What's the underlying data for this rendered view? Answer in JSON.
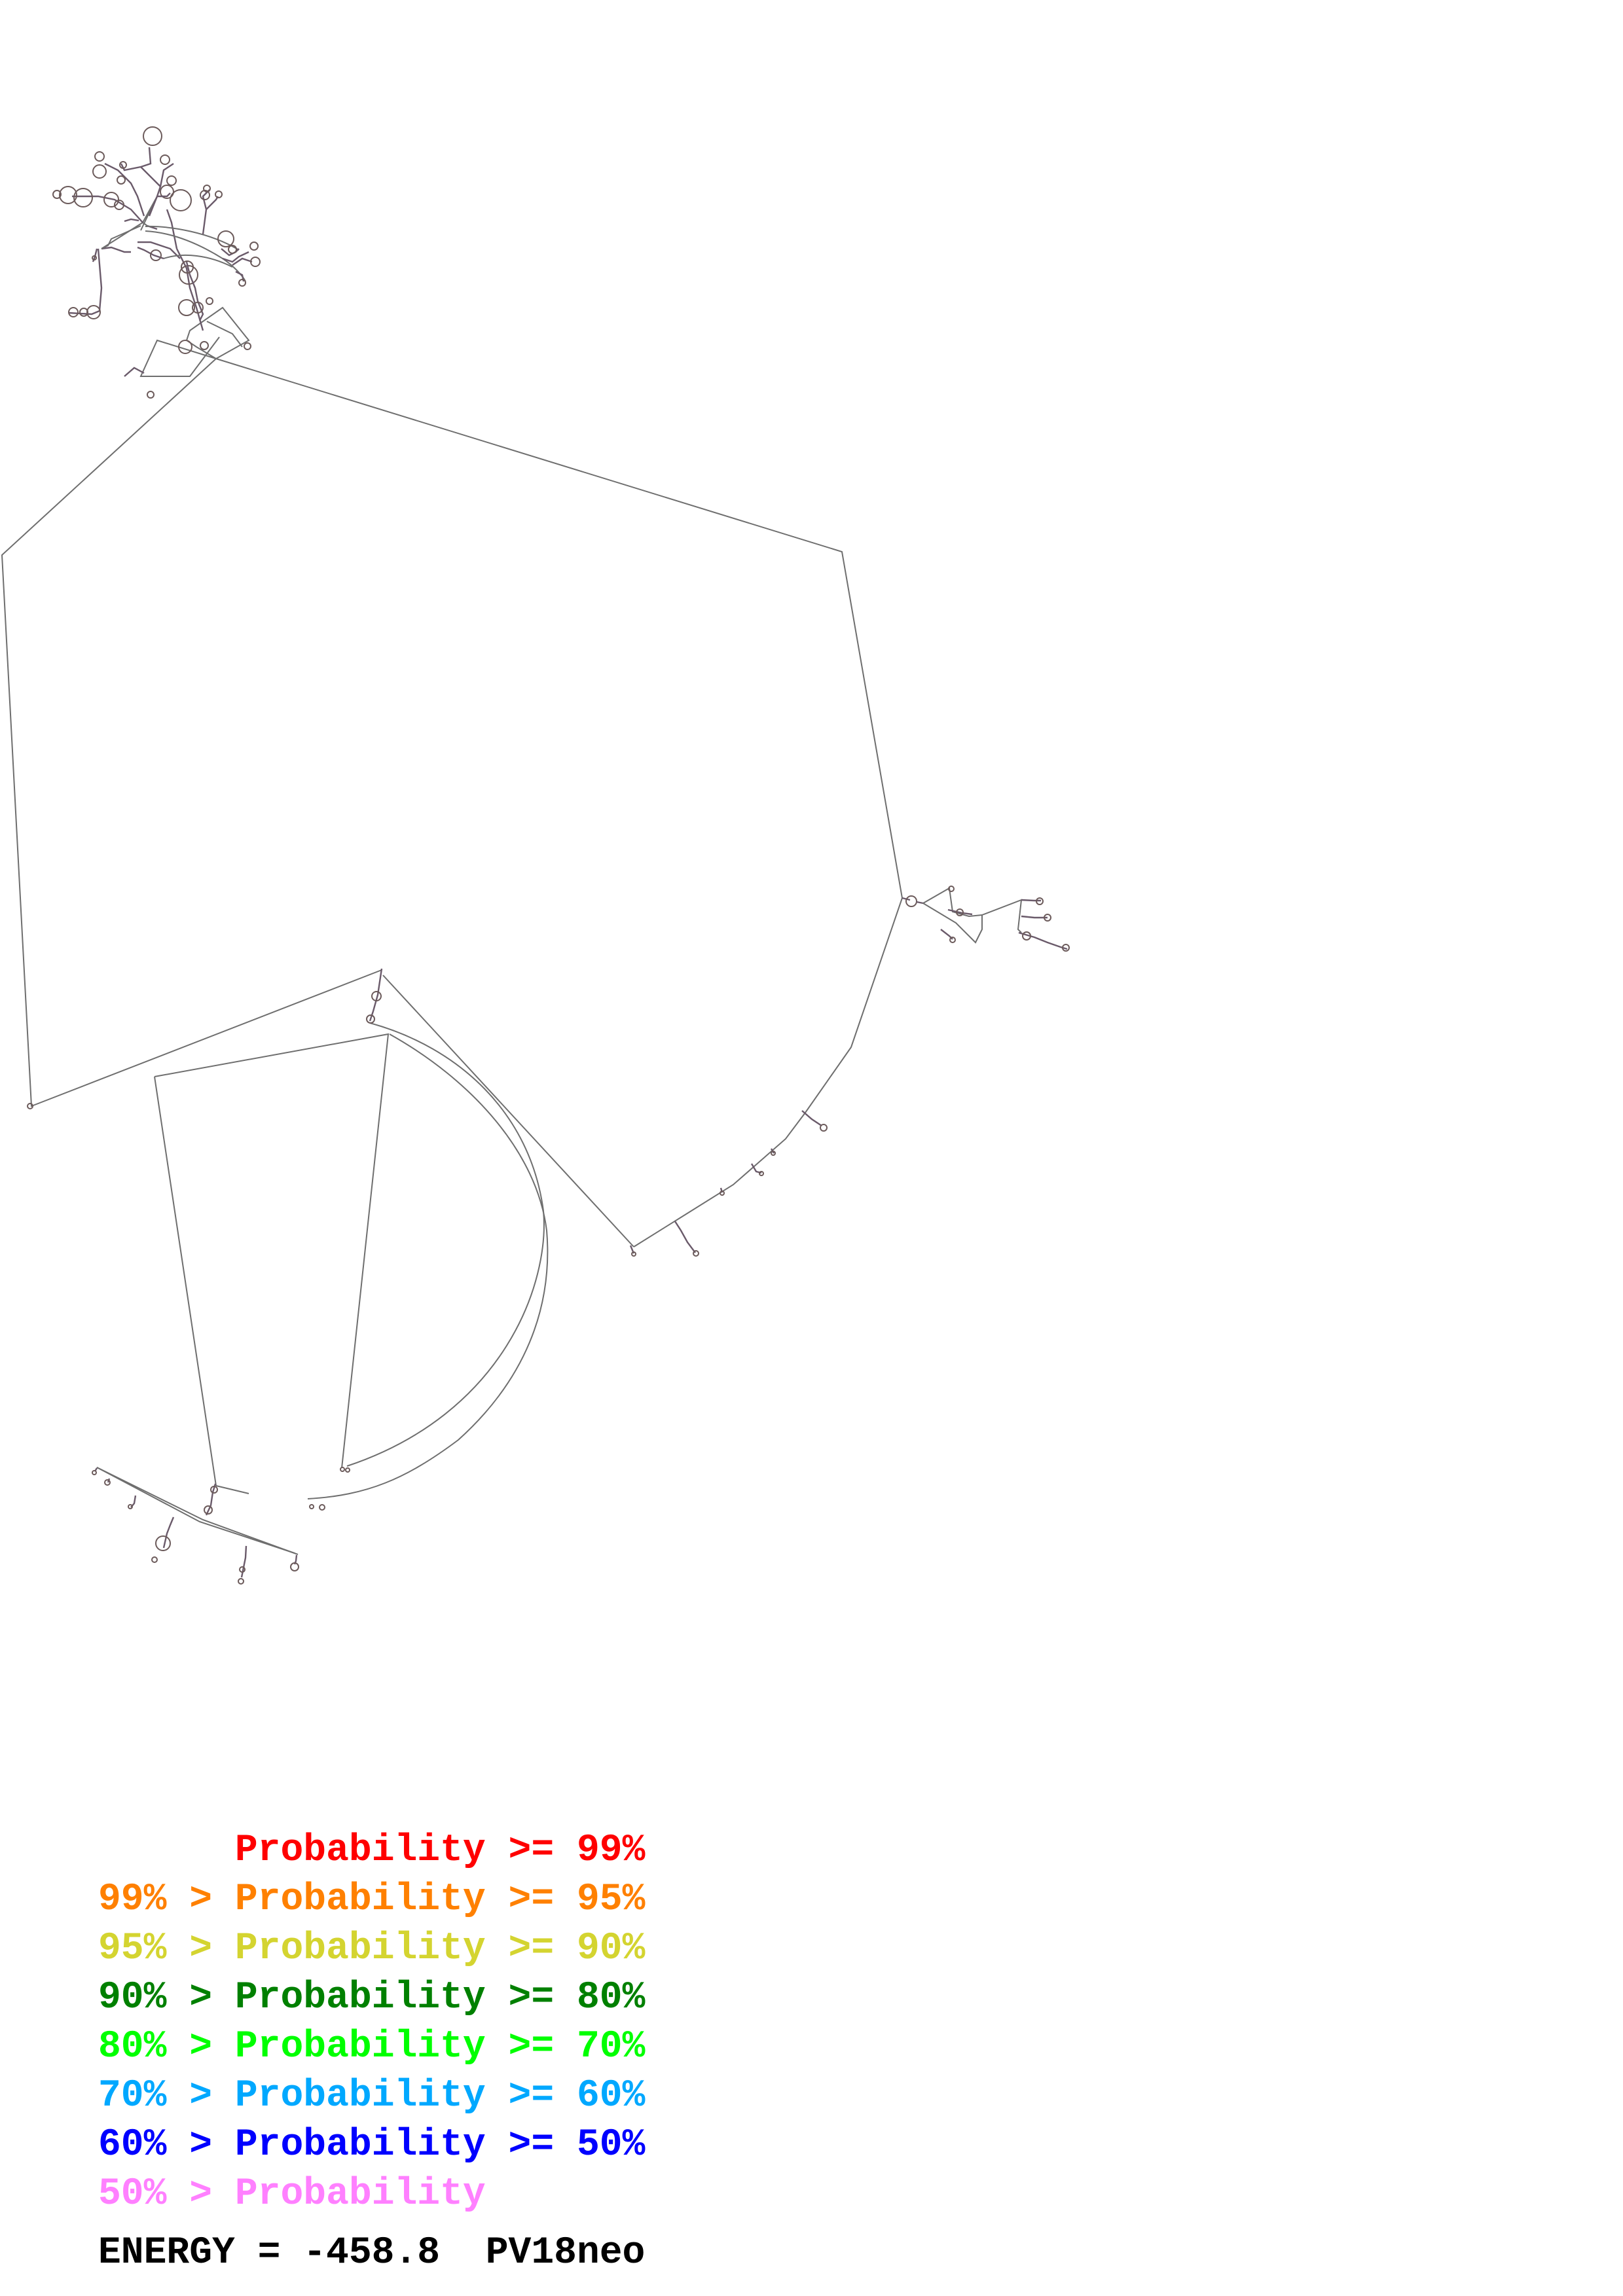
{
  "diagram": {
    "type": "rna-secondary-structure",
    "molecule_name": "PV18neo",
    "energy_label": "ENERGY",
    "energy_value": "-458.8",
    "backbone_color": "#6e6e6e"
  },
  "legend": {
    "title": "Base-pair probability color key",
    "rows": [
      {
        "lower": "",
        "op1": "",
        "label": "Probability",
        "op2": ">=",
        "upper": "99%",
        "color": "#ff0000"
      },
      {
        "lower": "99%",
        "op1": ">",
        "label": "Probability",
        "op2": ">=",
        "upper": "95%",
        "color": "#ff8000"
      },
      {
        "lower": "95%",
        "op1": ">",
        "label": "Probability",
        "op2": ">=",
        "upper": "90%",
        "color": "#d4d430"
      },
      {
        "lower": "90%",
        "op1": ">",
        "label": "Probability",
        "op2": ">=",
        "upper": "80%",
        "color": "#008000"
      },
      {
        "lower": "80%",
        "op1": ">",
        "label": "Probability",
        "op2": ">=",
        "upper": "70%",
        "color": "#00ff00"
      },
      {
        "lower": "70%",
        "op1": ">",
        "label": "Probability",
        "op2": ">=",
        "upper": "60%",
        "color": "#00a8ff"
      },
      {
        "lower": "60%",
        "op1": ">",
        "label": "Probability",
        "op2": ">=",
        "upper": "50%",
        "color": "#0000ff"
      },
      {
        "lower": "50%",
        "op1": ">",
        "label": "Probability",
        "op2": "",
        "upper": "",
        "color": "#ff80ff"
      }
    ]
  },
  "footer": {
    "energy_text": "ENERGY = -458.8",
    "name_text": "PV18neo"
  }
}
